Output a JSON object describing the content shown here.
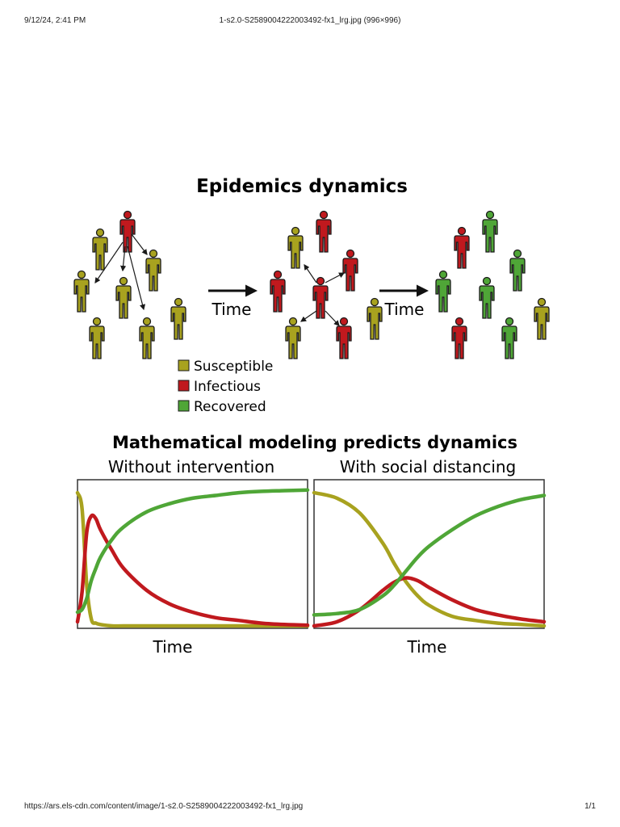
{
  "print_header": {
    "date": "9/12/24, 2:41 PM",
    "title": "1-s2.0-S2589004222003492-fx1_lrg.jpg (996×996)"
  },
  "print_footer": {
    "url": "https://ars.els-cdn.com/content/image/1-s2.0-S2589004222003492-fx1_lrg.jpg",
    "page": "1/1"
  },
  "figure": {
    "title": "Epidemics dynamics",
    "arrow_label_1": "Time",
    "arrow_label_2": "Time",
    "legend": [
      {
        "label": "Susceptible",
        "color": "#a8a21f"
      },
      {
        "label": "Infectious",
        "color": "#c0191e"
      },
      {
        "label": "Recovered",
        "color": "#4fa637"
      }
    ],
    "modeling_title": "Mathematical modeling predicts dynamics",
    "colors": {
      "susceptible": "#a8a21f",
      "infectious": "#c0191e",
      "recovered": "#4fa637",
      "outline": "#1a1a1a"
    }
  },
  "chart_data": [
    {
      "type": "line",
      "title": "Without intervention",
      "xlabel": "Time",
      "ylabel": "",
      "x": [
        0,
        0.02,
        0.04,
        0.06,
        0.08,
        0.1,
        0.15,
        0.2,
        0.3,
        0.4,
        0.5,
        0.6,
        0.7,
        0.8,
        0.9,
        1.0
      ],
      "series": [
        {
          "key": "susceptible",
          "values": [
            0.97,
            0.85,
            0.3,
            0.05,
            0.02,
            0.01,
            0.0,
            0.0,
            0.0,
            0.0,
            0.0,
            0.0,
            0.0,
            0.0,
            0.0,
            0.0
          ]
        },
        {
          "key": "infectious",
          "values": [
            0.03,
            0.25,
            0.68,
            0.8,
            0.78,
            0.7,
            0.55,
            0.42,
            0.26,
            0.16,
            0.1,
            0.06,
            0.04,
            0.02,
            0.01,
            0.005
          ]
        },
        {
          "key": "recovered",
          "values": [
            0.1,
            0.12,
            0.2,
            0.33,
            0.42,
            0.5,
            0.63,
            0.72,
            0.83,
            0.89,
            0.93,
            0.95,
            0.97,
            0.98,
            0.985,
            0.99
          ]
        }
      ],
      "ylim": [
        0,
        1
      ]
    },
    {
      "type": "line",
      "title": "With social distancing",
      "xlabel": "Time",
      "ylabel": "",
      "x": [
        0,
        0.1,
        0.2,
        0.3,
        0.35,
        0.4,
        0.45,
        0.5,
        0.6,
        0.7,
        0.8,
        0.9,
        1.0
      ],
      "series": [
        {
          "key": "susceptible",
          "values": [
            0.97,
            0.93,
            0.82,
            0.6,
            0.45,
            0.32,
            0.22,
            0.15,
            0.07,
            0.04,
            0.02,
            0.01,
            0.0
          ]
        },
        {
          "key": "infectious",
          "values": [
            0.0,
            0.03,
            0.12,
            0.26,
            0.32,
            0.35,
            0.33,
            0.28,
            0.19,
            0.12,
            0.08,
            0.05,
            0.03
          ]
        },
        {
          "key": "recovered",
          "values": [
            0.08,
            0.09,
            0.12,
            0.22,
            0.3,
            0.4,
            0.5,
            0.58,
            0.7,
            0.8,
            0.87,
            0.92,
            0.95
          ]
        }
      ],
      "ylim": [
        0,
        1
      ]
    }
  ]
}
